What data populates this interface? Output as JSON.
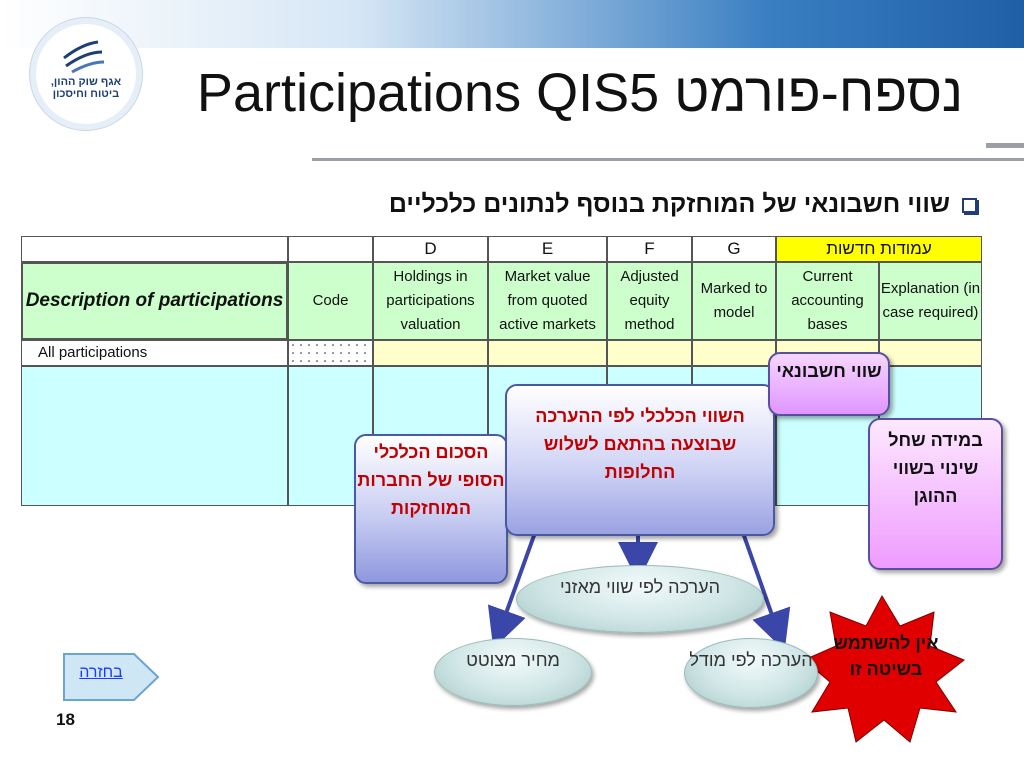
{
  "logo": {
    "text_line1": "אגף שוק ההון,",
    "text_line2": "ביטוח וחיסכון"
  },
  "title": "Participations QIS5 נספח-פורמט",
  "subtitle": "שווי חשבונאי של המוחזקת בנוסף לנתונים כלכליים",
  "table": {
    "letters": [
      "D",
      "E",
      "F",
      "G"
    ],
    "new_columns_label": "עמודות חדשות",
    "headers": {
      "description": "Description of participations",
      "code": "Code",
      "d": "Holdings in participations valuation",
      "e": "Market value from quoted active markets",
      "f": "Adjusted equity method",
      "g": "Marked to model",
      "h": "Current accounting bases",
      "i": "Explanation (in case required)"
    },
    "row1_label": "All participations"
  },
  "callouts": {
    "total_economic": "הסכום הכלכלי הסופי של החברות המוחזקות",
    "economic_value": "השווי הכלכלי לפי ההערכה שבוצעה בהתאם לשלוש החלופות",
    "accounting_value": "שווי חשבונאי",
    "change_value": "במידה שחל שינוי בשווי ההוגן"
  },
  "ovals": {
    "equity_valuation": "הערכה לפי שווי מאזני",
    "quoted_price": "מחיר מצוטט",
    "model_valuation": "הערכה לפי מודל"
  },
  "star_text": "אין להשתמש בשיטה זו",
  "back_button": "בחזרה",
  "page_number": "18",
  "colors": {
    "header_green": "#ccffcc",
    "row_yellow": "#ffffcc",
    "row_cyan": "#ccffff",
    "new_columns_yellow": "#ffff00",
    "star_red": "#e00000",
    "callout_text_red": "#c00000"
  }
}
